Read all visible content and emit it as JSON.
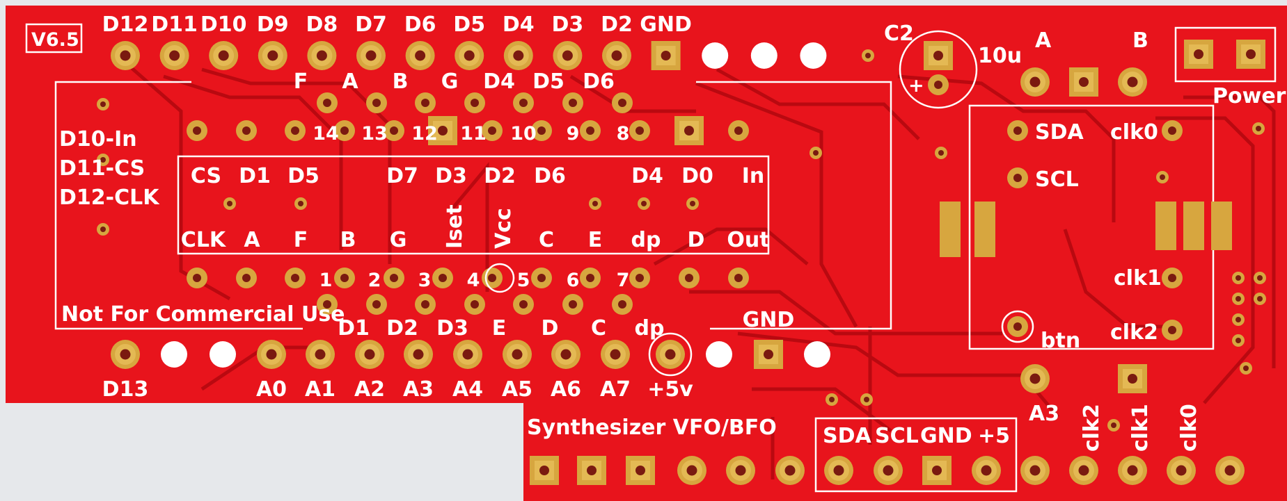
{
  "colors": {
    "board": "#e8141c",
    "trace": "#b5080f",
    "pad": "#d7a63f",
    "pad_inner": "#f2cc64",
    "silkscreen": "#ffffff",
    "background": "#e6e8eb"
  },
  "header": {
    "version": "V6.5",
    "top_pins": [
      "D12",
      "D11",
      "D10",
      "D9",
      "D8",
      "D7",
      "D6",
      "D5",
      "D4",
      "D3",
      "D2",
      "GND"
    ],
    "bottom_pins_left": [
      "D13",
      "A0",
      "A1",
      "A2",
      "A3",
      "A4",
      "A5",
      "A6",
      "A7",
      "+5v"
    ],
    "bottom_labels": [
      "D1",
      "D2",
      "D3",
      "E",
      "D",
      "C",
      "dp"
    ],
    "gnd_bottom": "GND"
  },
  "notes": {
    "lines": [
      "D10-In",
      "D11-CS",
      "D12-CLK"
    ],
    "disclaimer": "Not For Commercial Use"
  },
  "display": {
    "top_row_labels": [
      "F",
      "A",
      "B",
      "G",
      "D4",
      "D5",
      "D6"
    ],
    "top_numbers": [
      "14",
      "13",
      "12",
      "11",
      "10",
      "9",
      "8"
    ],
    "bottom_numbers": [
      "1",
      "2",
      "3",
      "4",
      "5",
      "6",
      "7"
    ],
    "driver_top_labels": [
      "CS",
      "D1",
      "D5",
      "D7",
      "D3",
      "D2",
      "D6",
      "D4",
      "D0",
      "In"
    ],
    "driver_bottom_labels": [
      "CLK",
      "A",
      "F",
      "B",
      "G",
      "Iset",
      "Vcc",
      "C",
      "E",
      "dp",
      "D",
      "Out"
    ]
  },
  "capacitor": {
    "name": "C2",
    "value": "10u",
    "polarity": "+"
  },
  "encoder": {
    "a_label": "A",
    "b_label": "B"
  },
  "power": {
    "label": "Power"
  },
  "synth": {
    "labels": [
      "SDA",
      "SCL",
      "clk0",
      "clk1",
      "clk2",
      "btn"
    ],
    "header_title": "Synthesizer VFO/BFO",
    "i2c_labels": [
      "SDA",
      "SCL",
      "GND",
      "+5"
    ],
    "a3_label": "A3",
    "clk_rot": [
      "clk2",
      "clk1",
      "clk0"
    ]
  }
}
